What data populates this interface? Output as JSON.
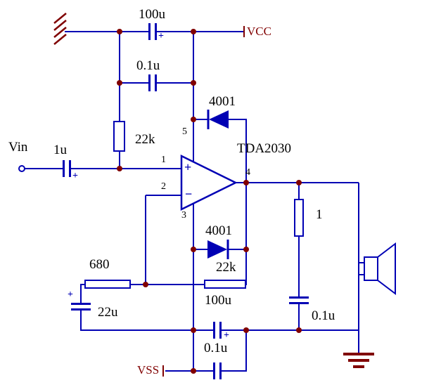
{
  "colors": {
    "wire": "#0000b4",
    "junction_dot": "#800000",
    "power_text": "#800000",
    "label_text": "#000000",
    "background": "#ffffff"
  },
  "power": {
    "vcc_label": "VCC",
    "vss_label": "VSS"
  },
  "input": {
    "label": "Vin"
  },
  "ic": {
    "name": "TDA2030",
    "plus": "+",
    "minus": "−",
    "pins": {
      "p1": "1",
      "p2": "2",
      "p3": "3",
      "p4": "4",
      "p5": "5"
    }
  },
  "components": {
    "cap_vcc_100u": "100u",
    "cap_vcc_01u": "0.1u",
    "res_bias_22k": "22k",
    "diode_vcc": "4001",
    "diode_vss": "4001",
    "res_fb_22k": "22k",
    "res_fb_680": "680",
    "cap_fb_22u": "22u",
    "cap_in_1u": "1u",
    "cap_vss_100u": "100u",
    "cap_vss_01u": "0.1u",
    "res_out_1": "1",
    "cap_out_01u": "0.1u"
  },
  "polarity": "+"
}
